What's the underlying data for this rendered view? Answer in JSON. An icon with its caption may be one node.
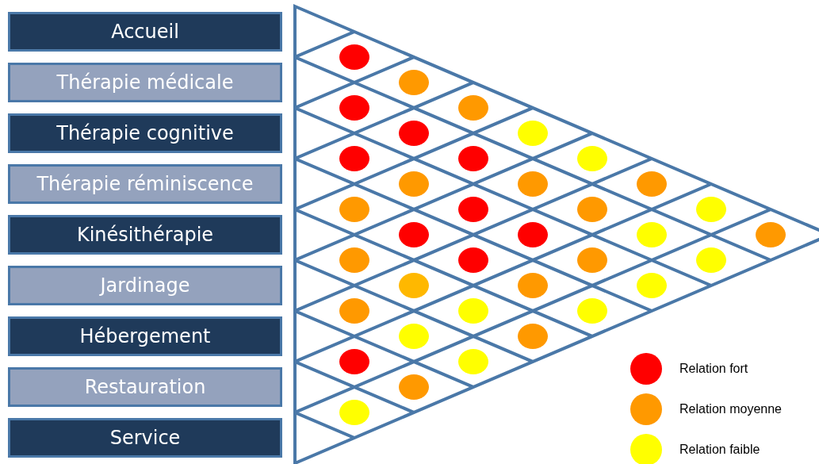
{
  "diagram": {
    "nodes": [
      {
        "text": [
          "Accueil"
        ]
      },
      {
        "text": [
          "Thérapie médicale"
        ]
      },
      {
        "text": [
          "Thérapie cognitive"
        ]
      },
      {
        "text": [
          "Thérapie réminiscence"
        ]
      },
      {
        "text": [
          "Kinésithérapie"
        ]
      },
      {
        "text": [
          "Jardinage"
        ]
      },
      {
        "text": [
          "Hébergement"
        ]
      },
      {
        "text": [
          "Restauration"
        ]
      },
      {
        "text": [
          "Service"
        ]
      },
      {
        "text": [],
        "shape": "circle"
      },
      {
        "text": [],
        "shape": "circle"
      },
      {
        "text": [],
        "shape": "circle"
      },
      {
        "text": [],
        "shape": "circle"
      },
      {
        "text": [],
        "shape": "circle"
      },
      {
        "text": [],
        "shape": "circle"
      },
      {
        "text": [],
        "shape": "circle"
      },
      {
        "text": [],
        "shape": "circle"
      },
      {
        "text": [],
        "shape": "circle"
      },
      {
        "text": [],
        "shape": "circle"
      },
      {
        "text": [],
        "shape": "circle"
      },
      {
        "text": [],
        "shape": "circle"
      },
      {
        "text": [],
        "shape": "circle"
      },
      {
        "text": [],
        "shape": "circle"
      },
      {
        "text": [],
        "shape": "circle"
      },
      {
        "text": [],
        "shape": "circle"
      },
      {
        "text": [],
        "shape": "circle"
      },
      {
        "text": [],
        "shape": "circle"
      },
      {
        "text": [],
        "shape": "circle"
      },
      {
        "text": [],
        "shape": "circle"
      },
      {
        "text": [],
        "shape": "circle"
      },
      {
        "text": [],
        "shape": "circle"
      },
      {
        "text": [],
        "shape": "circle"
      },
      {
        "text": [],
        "shape": "circle"
      },
      {
        "text": [],
        "shape": "circle"
      },
      {
        "text": [],
        "shape": "circle"
      },
      {
        "text": [],
        "shape": "circle"
      },
      {
        "text": [],
        "shape": "circle"
      },
      {
        "text": [],
        "shape": "circle"
      },
      {
        "text": [],
        "shape": "circle"
      },
      {
        "text": [],
        "shape": "circle"
      },
      {
        "text": [],
        "shape": "circle"
      },
      {
        "text": [],
        "shape": "circle"
      },
      {
        "text": [],
        "shape": "circle"
      },
      {
        "text": [],
        "shape": "circle"
      },
      {
        "text": [],
        "shape": "circle"
      }
    ],
    "legend": [
      {
        "text": "Relation fort",
        "color": "#ff0000"
      },
      {
        "text": "Relation moyenne",
        "color": "#ff9900"
      },
      {
        "text": "Relation faible",
        "color": "#ffff00"
      }
    ]
  }
}
